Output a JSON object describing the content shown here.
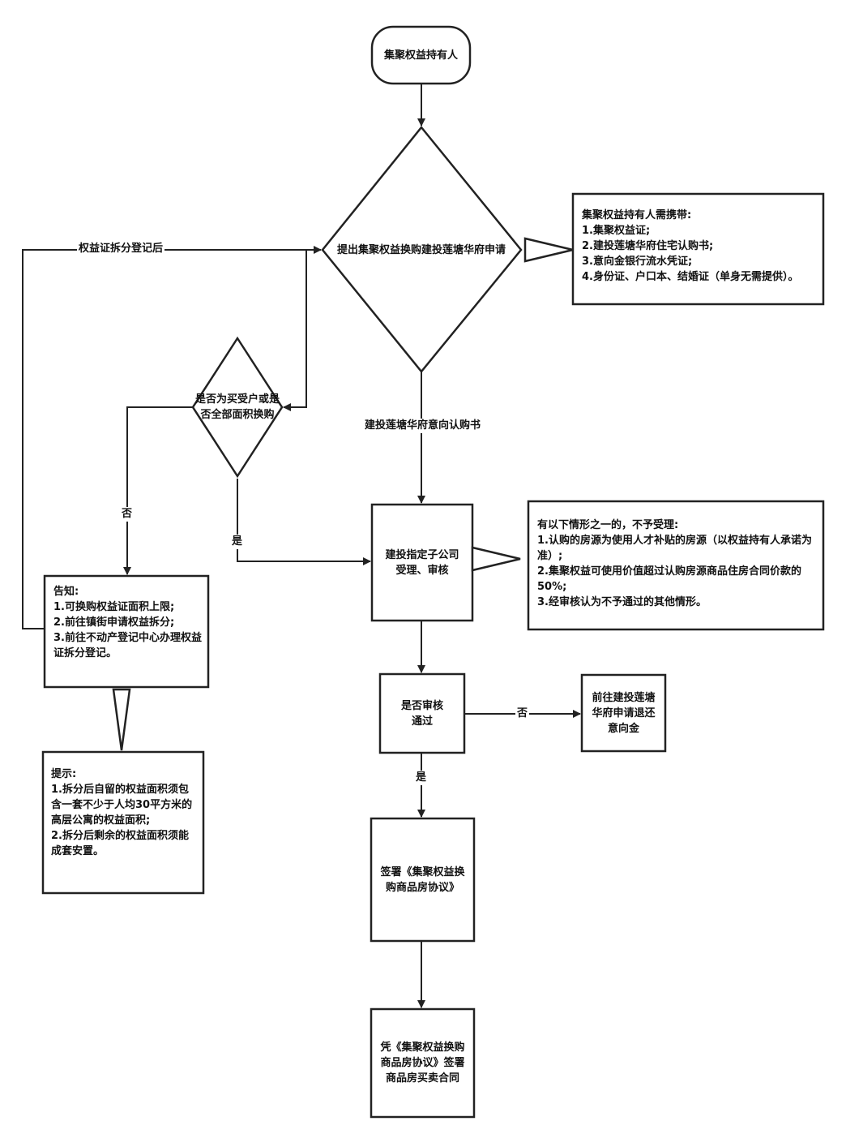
{
  "nodes": {
    "start": "集聚权益持有人",
    "apply": "提出集聚权益换购建投莲塘华府申请",
    "buyer_check": [
      "是否为买受户或是",
      "否全部面积换购"
    ],
    "review": [
      "建投指定子公司",
      "受理、审核"
    ],
    "pass_check": [
      "是否审核",
      "通过"
    ],
    "refund": [
      "前往建投莲塘",
      "华府申请退还",
      "意向金"
    ],
    "sign_agreement": [
      "签署《集聚权益换",
      "购商品房协议》"
    ],
    "sign_contract": [
      "凭《集聚权益换购",
      "商品房协议》签署",
      "商品房买卖合同"
    ]
  },
  "notes": {
    "materials": {
      "title": "集聚权益持有人需携带:",
      "items": [
        "1.集聚权益证;",
        "2.建投莲塘华府住宅认购书;",
        "3.意向金银行流水凭证;",
        "4.身份证、户口本、结婚证（单身无需提供）。"
      ]
    },
    "reject": {
      "title": "有以下情形之一的，不予受理:",
      "items": [
        "1.认购的房源为使用人才补贴的房源（以权益持有人承诺为准）;",
        "2.集聚权益可使用价值超过认购房源商品住房合同价款的50%;",
        "3.经审核认为不予通过的其他情形。"
      ]
    },
    "notify": {
      "title": "告知:",
      "items": [
        "1.可换购权益证面积上限;",
        "2.前往镇街申请权益拆分;",
        "3.前往不动产登记中心办理权益证拆分登记。"
      ]
    },
    "hint": {
      "title": "提示:",
      "items": [
        "1.拆分后自留的权益面积须包含一套不少于人均30平方米的高层公寓的权益面积;",
        "2.拆分后剩余的权益面积须能成套安置。"
      ]
    }
  },
  "edges": {
    "after_split": "权益证拆分登记后",
    "intent_book": "建投莲塘华府意向认购书",
    "no_left": "否",
    "yes_left": "是",
    "no_right": "否",
    "yes_down": "是"
  }
}
